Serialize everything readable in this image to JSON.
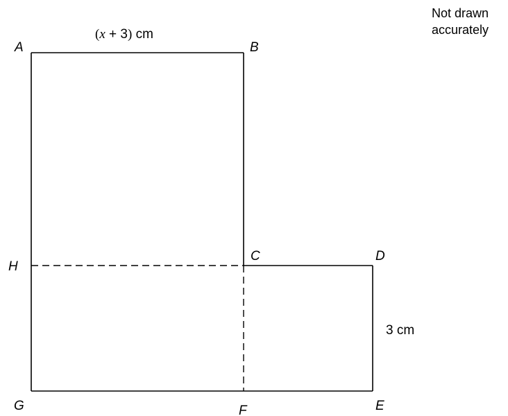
{
  "note": {
    "line1": "Not drawn",
    "line2": "accurately"
  },
  "vertices": {
    "A": "A",
    "B": "B",
    "C": "C",
    "D": "D",
    "E": "E",
    "F": "F",
    "G": "G",
    "H": "H"
  },
  "measurements": {
    "ab": {
      "open": "(",
      "variable": "x",
      "rest": " + 3",
      "close": ")",
      "unit": " cm"
    },
    "de": "3 cm"
  }
}
